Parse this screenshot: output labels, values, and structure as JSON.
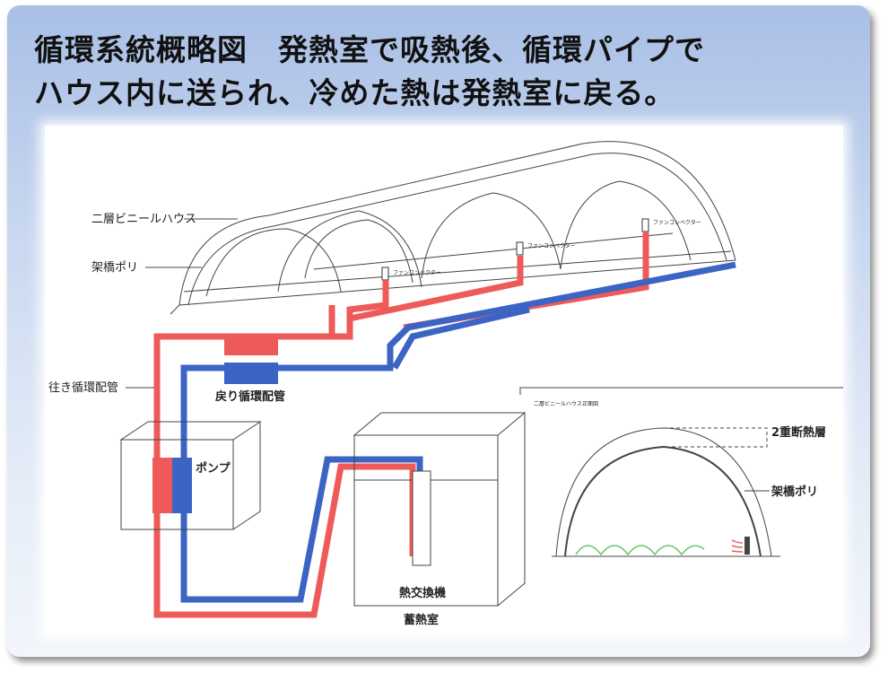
{
  "title": {
    "line1": "循環系統概略図　発熱室で吸熱後、循環パイプで",
    "line2": "ハウス内に送られ、冷めた熱は発熱室に戻る。"
  },
  "diagram": {
    "house_label": "二層ビニールハウス",
    "frame_label": "架橋ポリ",
    "fan_label": "ファンコンベクター",
    "supply_pipe_label": "往き循環配管",
    "return_pipe_label": "戻り循環配管",
    "pump_label": "ポンプ",
    "heat_exchanger_label": "熱交換機",
    "heat_room_label": "蓄熱室",
    "front_view_title": "二層ビニールハウス正面図",
    "insulation_label": "2重断熱層",
    "front_frame_label": "架橋ポリ"
  },
  "colors": {
    "supply": "#ee5a5a",
    "return": "#3b64c4"
  }
}
